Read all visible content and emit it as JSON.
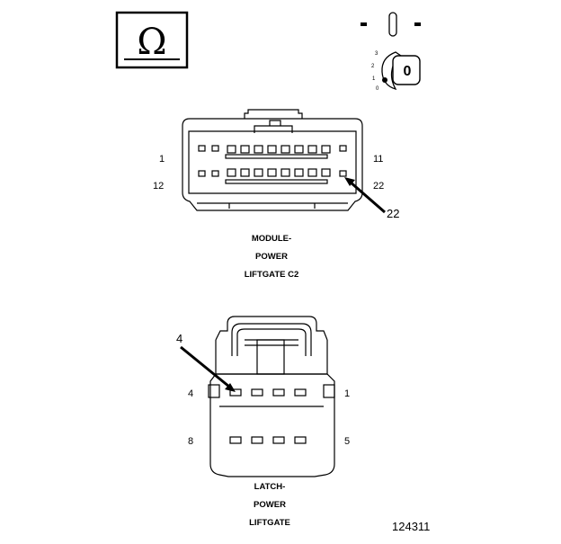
{
  "symbols": {
    "ground_symbol": "Ω",
    "key_symbol": "0",
    "switch_positions": [
      "3",
      "2",
      "1",
      "0"
    ]
  },
  "connector_c2": {
    "caption_line1": "MODULE-",
    "caption_line2": "POWER",
    "caption_line3": "LIFTGATE C2",
    "pin_label_top_left": "1",
    "pin_label_top_right": "11",
    "pin_label_bottom_left": "12",
    "pin_label_bottom_right": "22",
    "callout": "22"
  },
  "connector_latch": {
    "caption_line1": "LATCH-",
    "caption_line2": "POWER",
    "caption_line3": "LIFTGATE",
    "pin_label_top_left": "4",
    "pin_label_top_right": "1",
    "pin_label_bottom_left": "8",
    "pin_label_bottom_right": "5",
    "callout": "4"
  },
  "figure_number": "124311"
}
